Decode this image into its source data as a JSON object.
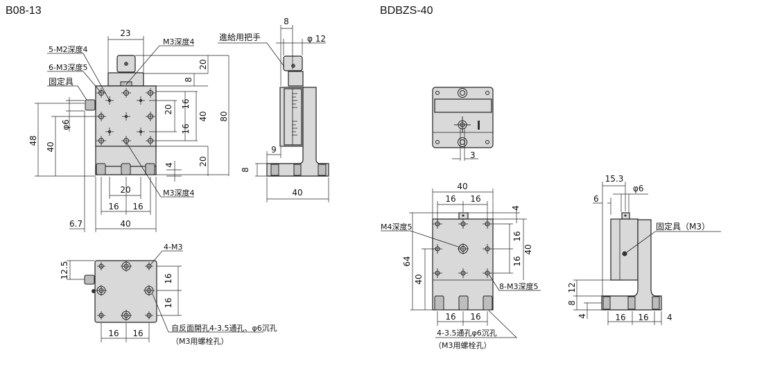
{
  "titles": {
    "left": "B08-13",
    "right": "BDBZS-40"
  },
  "b08_front": {
    "label_m2": "5-M2深度4",
    "label_m3_5": "6-M3深度5",
    "label_clamp": "固定具",
    "label_m3_top": "M3深度4",
    "label_m3_bottom": "M3深度4",
    "dim_23": "23",
    "dim_20_top": "20",
    "dim_8": "8",
    "dim_80": "80",
    "dim_40_right": "40",
    "dim_16_a": "16",
    "dim_16_b": "16",
    "dim_20_mid": "20",
    "dim_20_low": "20",
    "dim_4": "4",
    "dim_48": "48",
    "dim_40_left": "40",
    "dim_phi6": "φ6",
    "dim_20_bottom": "20",
    "dim_16_c": "16",
    "dim_16_d": "16",
    "dim_40_bottom": "40",
    "dim_6_7": "6.7"
  },
  "b08_side": {
    "label_handle": "進給用把手",
    "dim_8_top": "8",
    "dim_phi12": "φ 12",
    "dim_9": "9",
    "dim_8_base": "8",
    "dim_40": "40"
  },
  "b08_bottom": {
    "label_4m3": "4-M3",
    "label_holes": "自反面開孔4-3.5通孔、φ6沉孔",
    "label_bolt": "（M3用螺栓孔）",
    "dim_12_5": "12.5",
    "dim_16_a": "16",
    "dim_16_b": "16",
    "dim_16_c": "16",
    "dim_16_d": "16"
  },
  "bdbzs_top": {
    "dim_3": "3"
  },
  "bdbzs_front": {
    "label_m4": "M4深度5",
    "label_8m3": "8-M3深度5",
    "label_holes": "4-3.5通孔φ6沉孔",
    "label_bolt": "（M3用螺栓孔）",
    "dim_40_top": "40",
    "dim_16_a": "16",
    "dim_16_b": "16",
    "dim_4": "4",
    "dim_16_c": "16",
    "dim_16_d": "16",
    "dim_40_right": "40",
    "dim_64": "64",
    "dim_40_left": "40",
    "dim_16_e": "16",
    "dim_16_f": "16"
  },
  "bdbzs_side": {
    "label_clamp": "固定具（M3）",
    "dim_15_3": "15.3",
    "dim_phi6": "φ6",
    "dim_6": "6",
    "dim_12": "12",
    "dim_8": "8",
    "dim_4": "4",
    "dim_16_a": "16",
    "dim_16_b": "16",
    "dim_4_b": "4"
  }
}
